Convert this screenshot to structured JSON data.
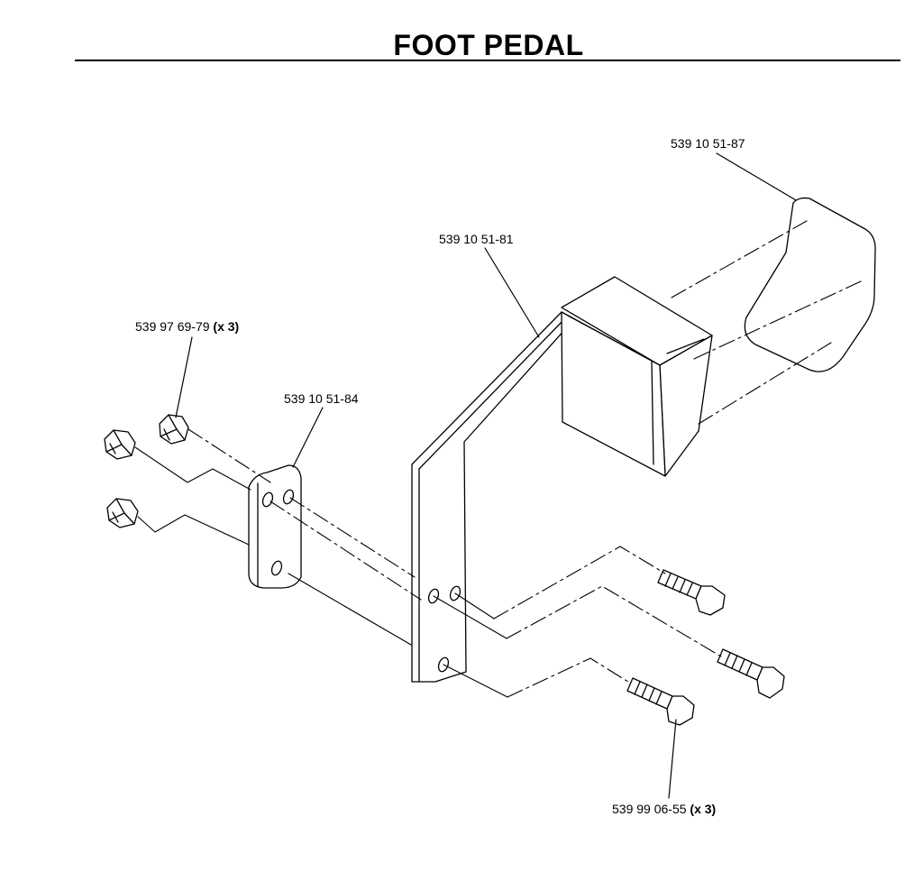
{
  "title": "FOOT PEDAL",
  "parts": {
    "pad": {
      "number": "539 10 51-87",
      "qty": ""
    },
    "pedal_arm": {
      "number": "539 10 51-81",
      "qty": ""
    },
    "nut": {
      "number": "539 97 69-79",
      "qty": "(x 3)"
    },
    "plate": {
      "number": "539 10 51-84",
      "qty": ""
    },
    "bolt": {
      "number": "539 99 06-55",
      "qty": "(x 3)"
    }
  },
  "colors": {
    "line": "#000000",
    "background": "#ffffff"
  }
}
